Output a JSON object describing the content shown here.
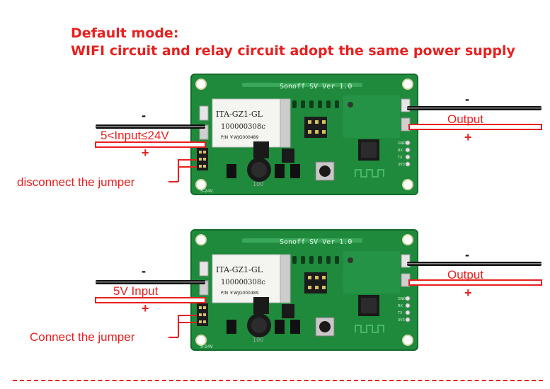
{
  "header": {
    "line1": "Default mode:",
    "line2": "WIFI circuit and relay circuit adopt the same power supply"
  },
  "board": {
    "silk_title": "Sonoff SV Ver 1.0",
    "module_line1": "ITA-GZ1-GL",
    "module_line2": "100000308c",
    "module_line3": "P/N ￥WJG000489",
    "inductor_text": "100",
    "voltage_mark": "5-24V",
    "pins": [
      "GND",
      "RX",
      "TX",
      "3V3"
    ]
  },
  "panels": [
    {
      "input_minus": "-",
      "input_label": "5<Input≤24V",
      "input_plus": "+",
      "jumper_label": "disconnect the jumper",
      "output_minus": "-",
      "output_label": "Output",
      "output_plus": "+"
    },
    {
      "input_minus": "-",
      "input_label": "5V Input",
      "input_plus": "+",
      "jumper_label": "Connect the jumper",
      "output_minus": "-",
      "output_label": "Output",
      "output_plus": "+"
    }
  ],
  "colors": {
    "accent": "#e8201f",
    "pcb": "#1f8a3c",
    "pcb_dark": "#16702f",
    "wire_black": "#111111"
  }
}
